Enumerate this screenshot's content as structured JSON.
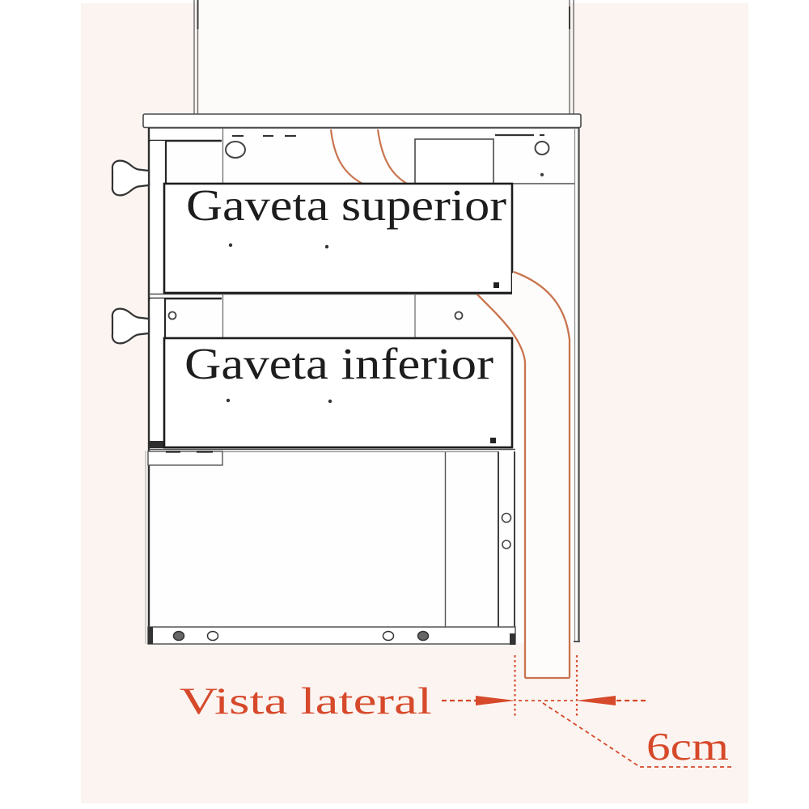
{
  "drawers": {
    "upper_label": "Gaveta superior",
    "lower_label": "Gaveta inferior"
  },
  "annotations": {
    "view_caption": "Vista lateral",
    "dimension_label": "6cm"
  },
  "colors": {
    "annotation": "#d6492a",
    "hose": "#c9744e",
    "ink": "#1d1d1d",
    "line_gray": "#4f4f4f",
    "canvas": "#fbf4f1"
  }
}
